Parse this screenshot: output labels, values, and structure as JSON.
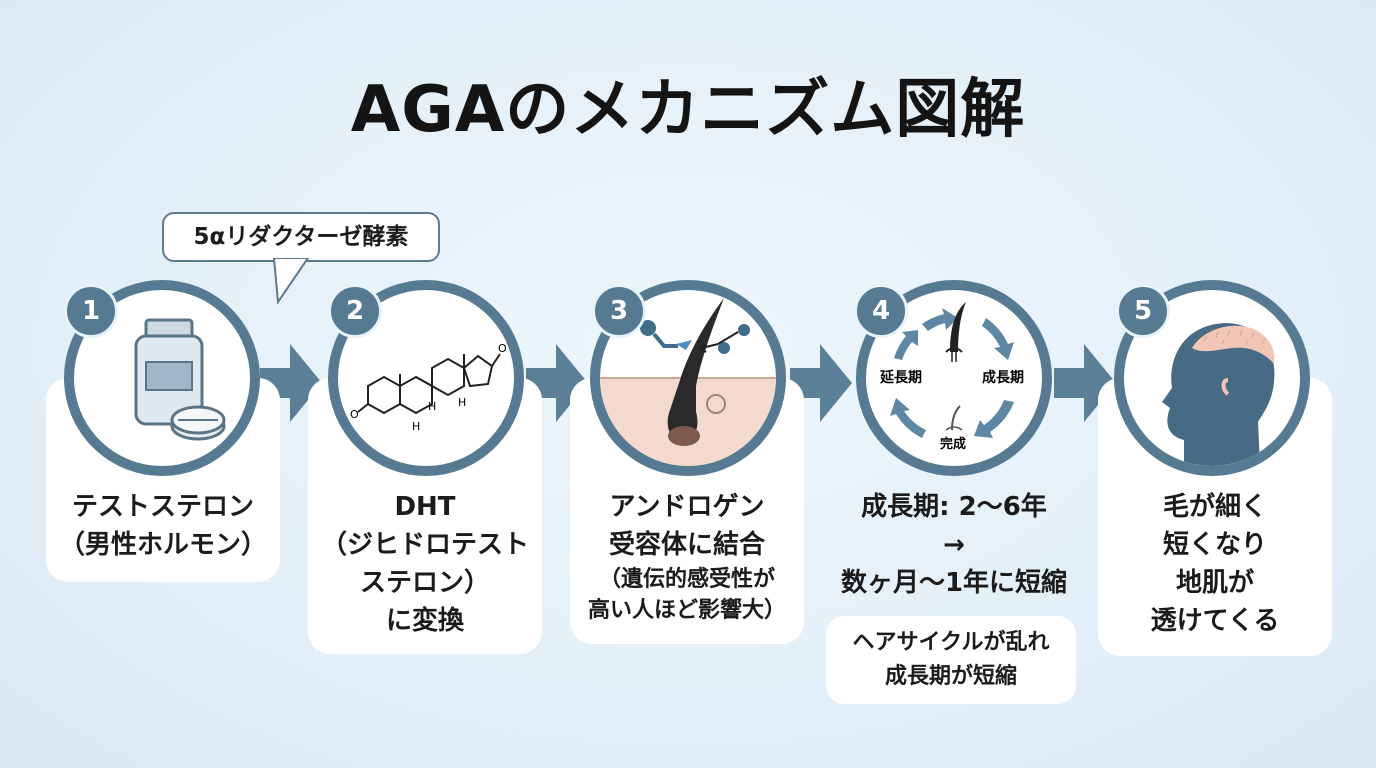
{
  "title": "AGAのメカニズム図解",
  "enzyme_label": "5αリダクターゼ酵素",
  "steps": [
    {
      "number": "1",
      "lines": [
        "テストステロン",
        "（男性ホルモン）"
      ]
    },
    {
      "number": "2",
      "lines": [
        "DHT",
        "（ジヒドロテスト",
        "ステロン）",
        "に変換"
      ]
    },
    {
      "number": "3",
      "lines": [
        "アンドロゲン",
        "受容体に結合"
      ],
      "note_lines": [
        "（遺伝的感受性が",
        "高い人ほど影響大）"
      ]
    },
    {
      "number": "4",
      "lines": [
        "成長期: 2〜6年",
        "→",
        "数ヶ月〜1年に短縮"
      ],
      "cycle_labels": {
        "left": "延長期",
        "right": "成長期",
        "bottom": "完成"
      },
      "sub_lines": [
        "ヘアサイクルが乱れ",
        "成長期が短縮"
      ]
    },
    {
      "number": "5",
      "lines": [
        "毛が細く",
        "短くなり",
        "地肌が",
        "透けてくる"
      ]
    }
  ],
  "molecule_atoms": {
    "h": "H",
    "o": "O"
  },
  "colors": {
    "accent": "#567a91",
    "arrow": "#5b7f96",
    "skin": "#f4d9cf",
    "hair": "#2a2a2a"
  }
}
